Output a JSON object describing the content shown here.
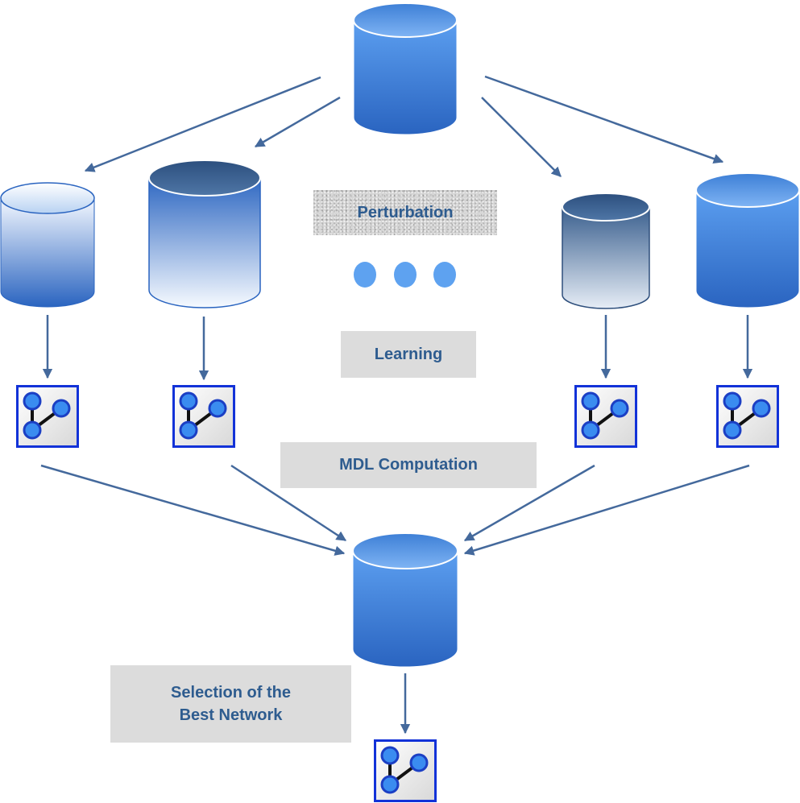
{
  "labels": {
    "perturbation": "Perturbation",
    "learning": "Learning",
    "mdl": "MDL Computation",
    "selection_line1": "Selection of the",
    "selection_line2": "Best Network"
  },
  "colors": {
    "arrow": "#44699c",
    "label_bg": "#dcdcdc",
    "label_text": "#2e5c8f",
    "dot": "#5ea2f0",
    "icon_border": "#1232d8",
    "icon_node": "#3a8cf0"
  },
  "icons": {
    "database": "database-icon",
    "network": "network-graph-icon",
    "ellipsis": "ellipsis-dots"
  }
}
